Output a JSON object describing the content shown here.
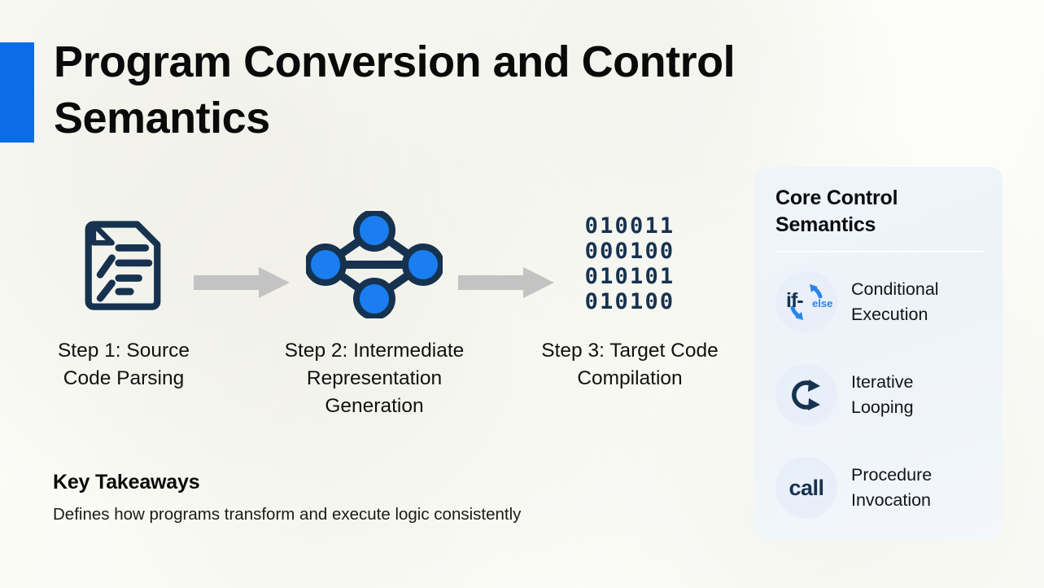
{
  "slide": {
    "title": "Program Conversion and Control Semantics",
    "accent_color": "#0b6ce8",
    "background_color": "#fbfbf7"
  },
  "flow": {
    "steps": [
      {
        "icon": "document-icon",
        "label": "Step 1: Source\nCode Parsing"
      },
      {
        "icon": "graph-nodes-icon",
        "label": "Step 2: Intermediate\nRepresentation\nGeneration"
      },
      {
        "icon": "binary-code-icon",
        "label": "Step 3: Target Code\nCompilation"
      }
    ],
    "binary_rows": [
      "010011",
      "000100",
      "010101",
      "010100"
    ],
    "arrows": [
      "arrow-right-icon",
      "arrow-right-icon"
    ],
    "arrow_color": "#c3c3c3",
    "icon_navy": "#16324f",
    "node_blue": "#1a7ef0"
  },
  "takeaways": {
    "heading": "Key Takeaways",
    "body": "Defines how programs transform and execute logic consistently"
  },
  "panel": {
    "title": "Core Control Semantics",
    "items": [
      {
        "icon": "if-else-cycle-icon",
        "icon_text": "if-",
        "icon_subtext": "else",
        "label": "Conditional\nExecution"
      },
      {
        "icon": "loop-arrows-icon",
        "icon_text": "",
        "icon_subtext": "",
        "label": "Iterative\nLooping"
      },
      {
        "icon": "call-label-icon",
        "icon_text": "call",
        "icon_subtext": "",
        "label": "Procedure\nInvocation"
      }
    ],
    "background_color": "#eff4fa"
  }
}
